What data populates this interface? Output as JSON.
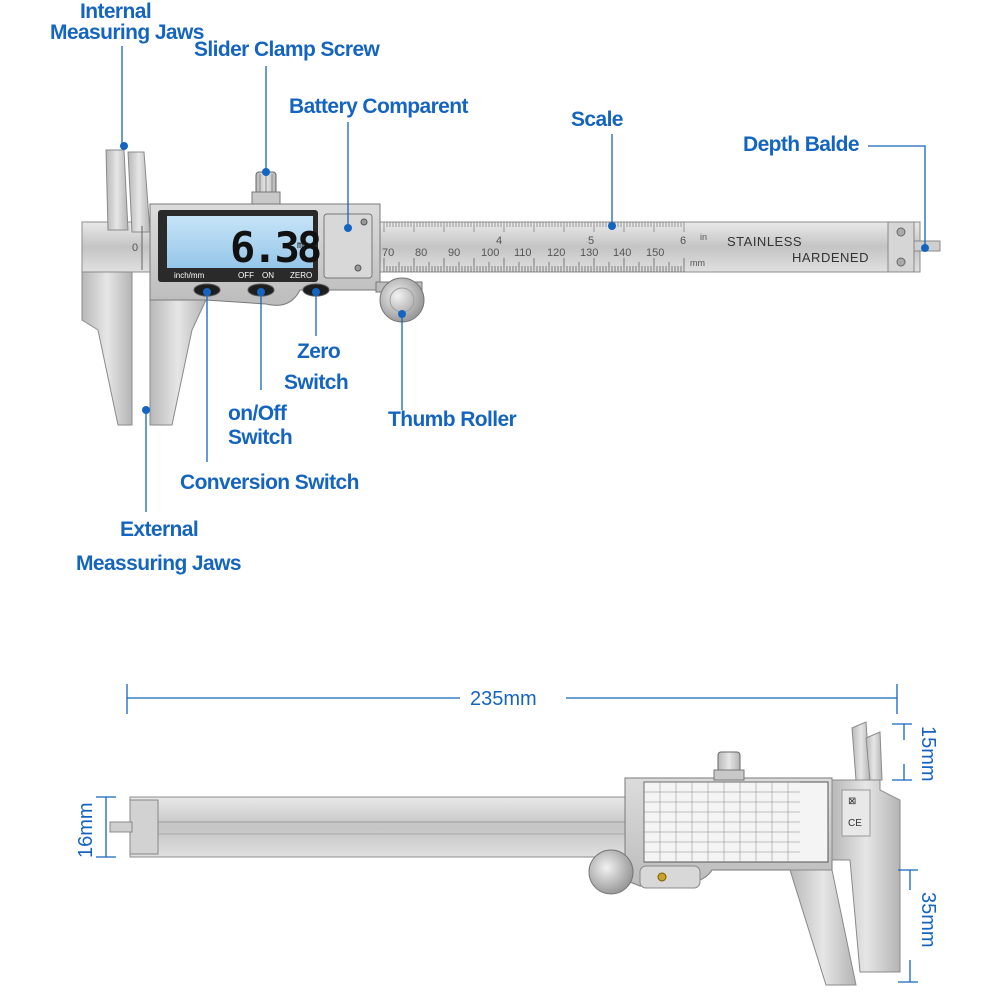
{
  "labels": {
    "internal_jaws_line1": "Internal",
    "internal_jaws_line2": "Measuring Jaws",
    "slider_clamp": "Slider Clamp Screw",
    "battery": "Battery Comparent",
    "scale": "Scale",
    "depth": "Depth Balde",
    "zero_line1": "Zero",
    "zero_line2": "Switch",
    "onoff_line1": "on/Off",
    "onoff_line2": "Switch",
    "conversion": "Conversion Switch",
    "thumb": "Thumb Roller",
    "external_line1": "External",
    "external_line2": "Meassuring Jaws"
  },
  "lcd": {
    "reading": "6.38",
    "unit": "mm",
    "btn_inch_mm": "inch/mm",
    "btn_off": "OFF",
    "btn_on": "ON",
    "btn_zero": "ZERO"
  },
  "beam": {
    "stainless": "STAINLESS",
    "hardened": "HARDENED",
    "unit_in": "in",
    "unit_mm": "mm",
    "zero_mark": "0",
    "mm_numbers": [
      "70",
      "80",
      "90",
      "100",
      "110",
      "120",
      "130",
      "140",
      "150"
    ],
    "inch_numbers": [
      "4",
      "5",
      "6"
    ]
  },
  "dimensions": {
    "length": "235mm",
    "beam_width": "16mm",
    "inner_jaw": "15mm",
    "outer_jaw": "35mm"
  },
  "colors": {
    "label_blue": "#1565c0",
    "lcd_blue": "#a9d4f1",
    "steel": "#c9c9c9"
  }
}
